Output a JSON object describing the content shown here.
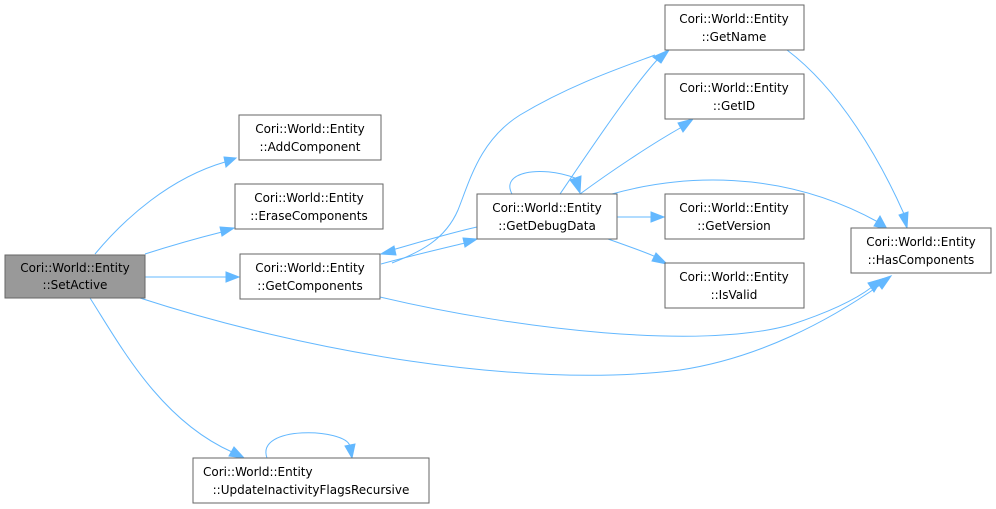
{
  "diagram": {
    "type": "call-graph",
    "title": "Cori::World::Entity::SetActive call graph",
    "nodes": [
      {
        "id": "setactive",
        "line1": "Cori::World::Entity",
        "line2": "::SetActive",
        "root": true
      },
      {
        "id": "addcomponent",
        "line1": "Cori::World::Entity",
        "line2": "::AddComponent"
      },
      {
        "id": "erasecomponents",
        "line1": "Cori::World::Entity",
        "line2": "::EraseComponents"
      },
      {
        "id": "getcomponents",
        "line1": "Cori::World::Entity",
        "line2": "::GetComponents"
      },
      {
        "id": "getdebugdata",
        "line1": "Cori::World::Entity",
        "line2": "::GetDebugData"
      },
      {
        "id": "getname",
        "line1": "Cori::World::Entity",
        "line2": "::GetName"
      },
      {
        "id": "getid",
        "line1": "Cori::World::Entity",
        "line2": "::GetID"
      },
      {
        "id": "getversion",
        "line1": "Cori::World::Entity",
        "line2": "::GetVersion"
      },
      {
        "id": "isvalid",
        "line1": "Cori::World::Entity",
        "line2": "::IsValid"
      },
      {
        "id": "hascomponents",
        "line1": "Cori::World::Entity",
        "line2": "::HasComponents"
      },
      {
        "id": "updateinactivity",
        "line1": "Cori::World::Entity",
        "line2": "::UpdateInactivityFlagsRecursive"
      }
    ],
    "edges": [
      {
        "from": "setactive",
        "to": "addcomponent"
      },
      {
        "from": "setactive",
        "to": "erasecomponents"
      },
      {
        "from": "setactive",
        "to": "getcomponents"
      },
      {
        "from": "setactive",
        "to": "hascomponents"
      },
      {
        "from": "setactive",
        "to": "updateinactivity"
      },
      {
        "from": "getcomponents",
        "to": "getdebugdata"
      },
      {
        "from": "getcomponents",
        "to": "getname"
      },
      {
        "from": "getcomponents",
        "to": "hascomponents"
      },
      {
        "from": "getdebugdata",
        "to": "getcomponents"
      },
      {
        "from": "getdebugdata",
        "to": "getdebugdata"
      },
      {
        "from": "getdebugdata",
        "to": "getname"
      },
      {
        "from": "getdebugdata",
        "to": "getid"
      },
      {
        "from": "getdebugdata",
        "to": "getversion"
      },
      {
        "from": "getdebugdata",
        "to": "isvalid"
      },
      {
        "from": "getdebugdata",
        "to": "hascomponents"
      },
      {
        "from": "getname",
        "to": "hascomponents"
      },
      {
        "from": "updateinactivity",
        "to": "updateinactivity"
      }
    ],
    "colors": {
      "edge": "#63b8ff",
      "node_border": "#666666",
      "root_fill": "#999999",
      "node_fill": "#ffffff"
    }
  }
}
